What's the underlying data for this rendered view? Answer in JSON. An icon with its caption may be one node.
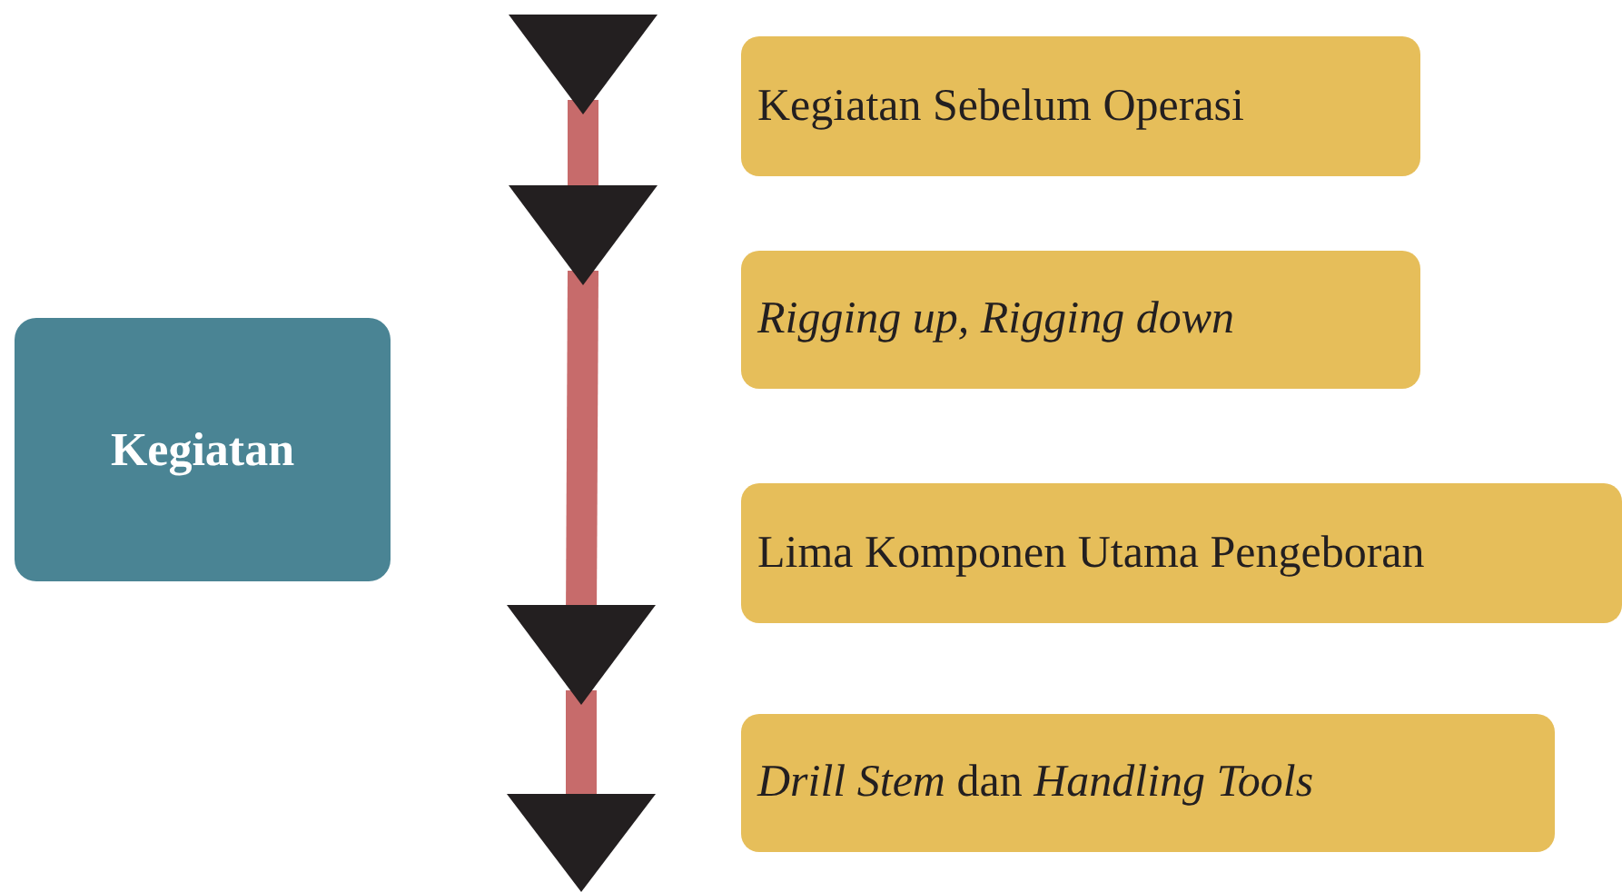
{
  "diagram": {
    "nodes": [
      {
        "text": [
          "Kegiatan"
        ]
      },
      {
        "text": [
          "Kegiatan Sebelum Operasi"
        ]
      },
      {
        "text": [
          "Rigging up, Rigging down"
        ]
      },
      {
        "text": [
          "Lima Komponen Utama Pengeboran"
        ]
      },
      {
        "text": [
          "*Drill Stem* dan *Handling Tools*"
        ]
      },
      {
        "text": [],
        "shape": "triangle"
      },
      {
        "text": [],
        "shape": "triangle"
      },
      {
        "text": [],
        "shape": "triangle"
      },
      {
        "text": [],
        "shape": "triangle"
      }
    ],
    "edges": [
      {
        "from": 5,
        "to": 6,
        "arrow": "none"
      },
      {
        "from": 6,
        "to": 7,
        "arrow": "none"
      },
      {
        "from": 7,
        "to": 8,
        "arrow": "none"
      }
    ]
  }
}
